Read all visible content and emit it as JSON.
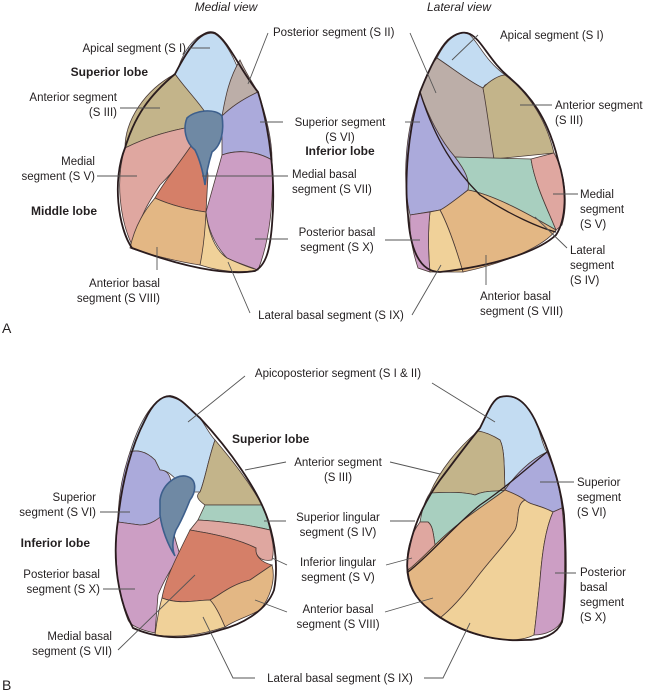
{
  "panels": [
    {
      "id": "A",
      "label": "A",
      "views": [
        {
          "title": "Medial view",
          "labels": {
            "apical": "Apical segment (S I)",
            "superior_lobe": "Superior lobe",
            "anterior_1": "Anterior segment",
            "anterior_2": "(S III)",
            "medial_1": "Medial",
            "medial_2": "segment (S V)",
            "middle_lobe": "Middle lobe",
            "antbasal_1": "Anterior basal",
            "antbasal_2": "segment (S VIII)"
          }
        },
        {
          "title": "Lateral view",
          "labels": {
            "apical": "Apical segment (S I)",
            "anterior_1": "Anterior segment",
            "anterior_2": "(S III)",
            "medial_1": "Medial",
            "medial_2": "segment",
            "medial_3": "(S V)",
            "lateral_1": "Lateral",
            "lateral_2": "segment",
            "lateral_3": "(S IV)",
            "antbasal_1": "Anterior basal",
            "antbasal_2": "segment (S VIII)"
          }
        }
      ],
      "shared_labels": {
        "posterior": "Posterior segment (S II)",
        "superior_1": "Superior segment",
        "superior_2": "(S VI)",
        "inferior_lobe": "Inferior lobe",
        "medbasal_1": "Medial basal",
        "medbasal_2": "segment (S VII)",
        "postbasal_1": "Posterior basal",
        "postbasal_2": "segment (S X)",
        "latbasal": "Lateral basal segment (S IX)"
      }
    },
    {
      "id": "B",
      "label": "B",
      "views": [
        {
          "labels": {
            "superior_1": "Superior",
            "superior_2": "segment (S VI)",
            "inferior_lobe": "Inferior lobe",
            "postbasal_1": "Posterior basal",
            "postbasal_2": "segment (S X)",
            "medbasal_1": "Medial basal",
            "medbasal_2": "segment (S VII)"
          }
        },
        {
          "labels": {
            "superior_1": "Superior",
            "superior_2": "segment",
            "superior_3": "(S VI)",
            "postbasal_1": "Posterior",
            "postbasal_2": "basal",
            "postbasal_3": "segment",
            "postbasal_4": "(S X)"
          }
        }
      ],
      "shared_labels": {
        "apicoposterior": "Apicoposterior segment (S I & II)",
        "superior_lobe": "Superior lobe",
        "anterior_1": "Anterior segment",
        "anterior_2": "(S III)",
        "suplingular_1": "Superior lingular",
        "suplingular_2": "segment (S IV)",
        "inflingular_1": "Inferior lingular",
        "inflingular_2": "segment (S V)",
        "antbasal_1": "Anterior basal",
        "antbasal_2": "segment (S VIII)",
        "latbasal": "Lateral basal segment (S IX)"
      }
    }
  ],
  "colors": {
    "apical": "#c3dcf2",
    "posterior": "#bcaea8",
    "anterior": "#c3b48a",
    "superior": "#abaadb",
    "medial_mid": "#dfa7a0",
    "medbasal": "#d57f68",
    "antbasal": "#e3b784",
    "latbasal": "#f0d199",
    "postbasal": "#cc9ec4",
    "lingular": "#a8cfbf",
    "hilum": "#6f89a4"
  }
}
